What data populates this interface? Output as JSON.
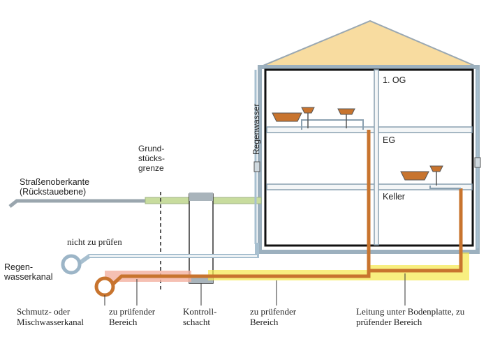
{
  "floors": [
    "1. OG",
    "EG",
    "Keller"
  ],
  "labels": {
    "rain_vertical": "Regenwasser",
    "property_line": "Grund-\nstücks-\ngrenze",
    "road_level": "Straßenoberkante\n(Rückstauebene)",
    "not_tested": "nicht zu prüfen",
    "rain_sewer": "Regen-\nwasserkanal"
  },
  "captions": [
    "Schmutz- oder\nMischwasserkanal",
    "zu prüfender\nBereich",
    "Kontroll-\nschacht",
    "zu prüfender\nBereich",
    "Leitung unter Bodenplatte, zu\nprüfender Bereich"
  ],
  "colors": {
    "roof": "#f8dca0",
    "wall": "#8aa0b0",
    "pipe_rain": "#a7bfcf",
    "pipe_sewer": "#c8742e",
    "highlight_yellow": "#f5e84a",
    "highlight_red": "#f2b0a0",
    "ground": "#c8dc9e"
  }
}
